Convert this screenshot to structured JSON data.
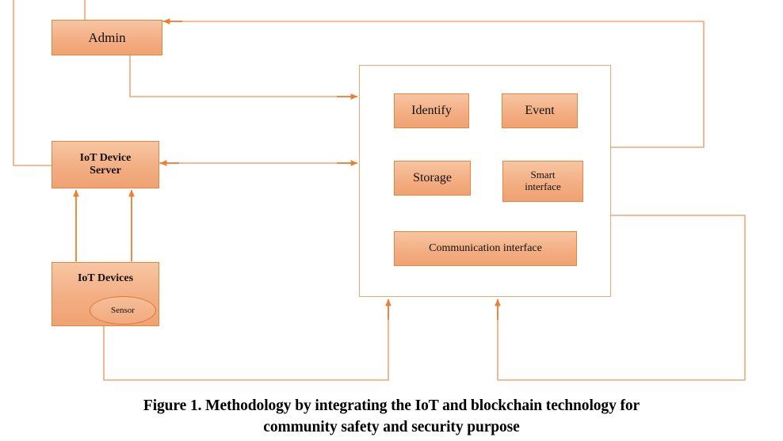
{
  "figure": {
    "caption_line_1": "Figure 1. Methodology by integrating the IoT and blockchain technology for",
    "caption_line_2": "community safety and security purpose",
    "caption_full": "Figure 1. Methodology by integrating the IoT and blockchain technology for community safety and security purpose"
  },
  "colors": {
    "node_fill_top": "#F7C6A3",
    "node_fill_bottom": "#F0A273",
    "node_border": "#E8853C",
    "connector": "#ED7D31",
    "container_border": "#F0A775",
    "background": "#FFFFFF",
    "text": "#111111"
  },
  "nodes": {
    "admin": {
      "label": "Admin",
      "font_size": 17
    },
    "iot_device_server": {
      "label": "IoT Device\nServer",
      "line_1": "IoT Device",
      "line_2": "Server",
      "font_size": 14
    },
    "iot_devices": {
      "label": "IoT Devices",
      "font_size": 14
    },
    "sensor": {
      "label": "Sensor",
      "font_size": 11
    },
    "identify": {
      "label": "Identify",
      "font_size": 16
    },
    "event": {
      "label": "Event",
      "font_size": 16
    },
    "storage": {
      "label": "Storage",
      "font_size": 16
    },
    "smart_interface": {
      "label": "Smart\ninterface",
      "line_1": "Smart",
      "line_2": "interface",
      "font_size": 13
    },
    "communication_interface": {
      "label": "Communication interface",
      "font_size": 14
    }
  },
  "container": {
    "name": "blockchain-platform-container",
    "label": ""
  },
  "connections": [
    {
      "id": "admin-to-container",
      "from": "admin",
      "to": "container",
      "direction": "one-way",
      "arrow_at": "container"
    },
    {
      "id": "container-to-admin",
      "from": "container",
      "to": "admin",
      "direction": "one-way",
      "arrow_at": "admin"
    },
    {
      "id": "container-to-server",
      "from": "container",
      "to": "iot-device-server",
      "direction": "one-way",
      "arrow_at": "iot-device-server"
    },
    {
      "id": "server-to-container",
      "from": "iot-device-server",
      "to": "container",
      "direction": "one-way",
      "arrow_at": "container"
    },
    {
      "id": "server-devices-left",
      "from": "iot-device-server",
      "to": "iot-devices",
      "direction": "two-way",
      "arrow_at": "both"
    },
    {
      "id": "server-devices-right",
      "from": "iot-device-server",
      "to": "iot-devices",
      "direction": "two-way",
      "arrow_at": "both"
    },
    {
      "id": "devices-to-container-bottom-left",
      "from": "iot-devices",
      "to": "container",
      "direction": "one-way",
      "arrow_at": "container"
    },
    {
      "id": "container-right-loop-to-bottom",
      "from": "container",
      "to": "container",
      "direction": "one-way",
      "arrow_at": "container"
    }
  ]
}
